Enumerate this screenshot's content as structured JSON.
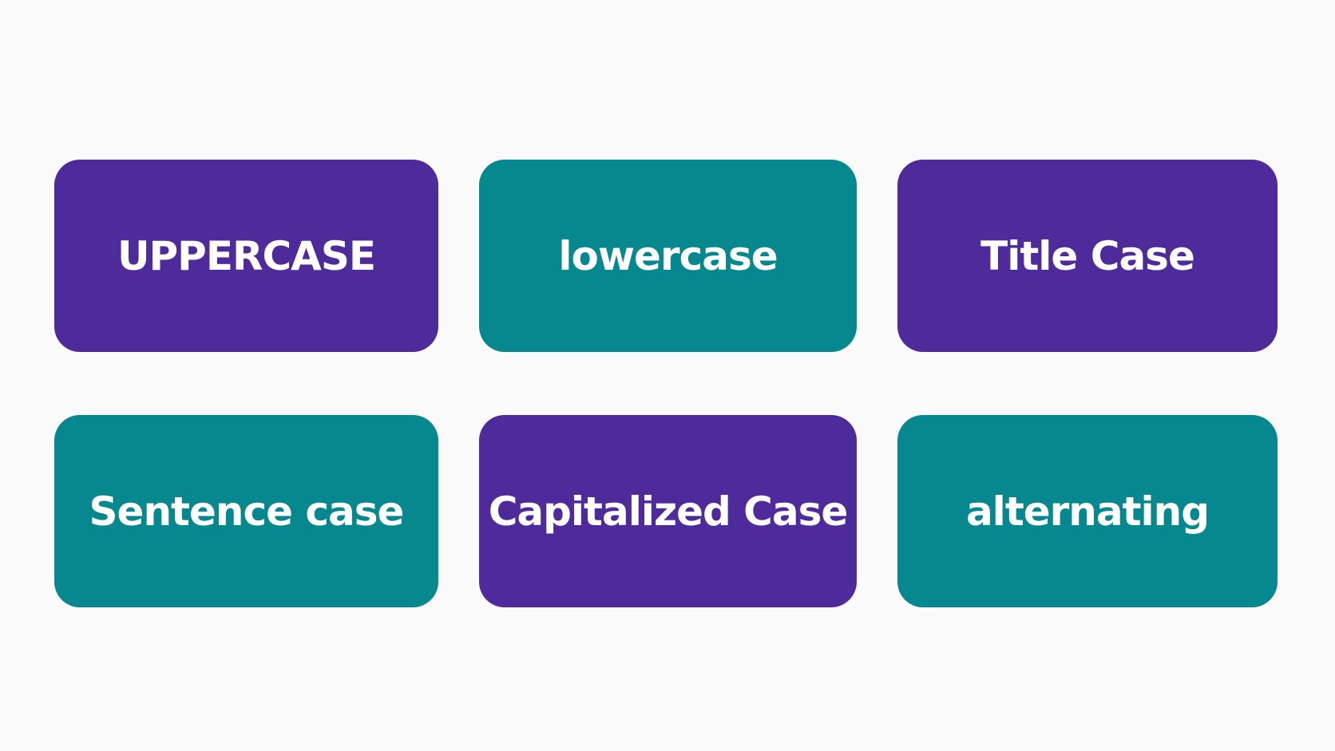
{
  "colors": {
    "background": "#fafafa",
    "purple": "#4e2a9a",
    "teal": "#06888e",
    "text": "#ffffff"
  },
  "tiles": [
    {
      "label": "UPPERCASE",
      "color": "purple"
    },
    {
      "label": "lowercase",
      "color": "teal"
    },
    {
      "label": "Title Case",
      "color": "purple"
    },
    {
      "label": "Sentence case",
      "color": "teal"
    },
    {
      "label": "Capitalized Case",
      "color": "purple"
    },
    {
      "label": "alternating",
      "color": "teal"
    }
  ]
}
